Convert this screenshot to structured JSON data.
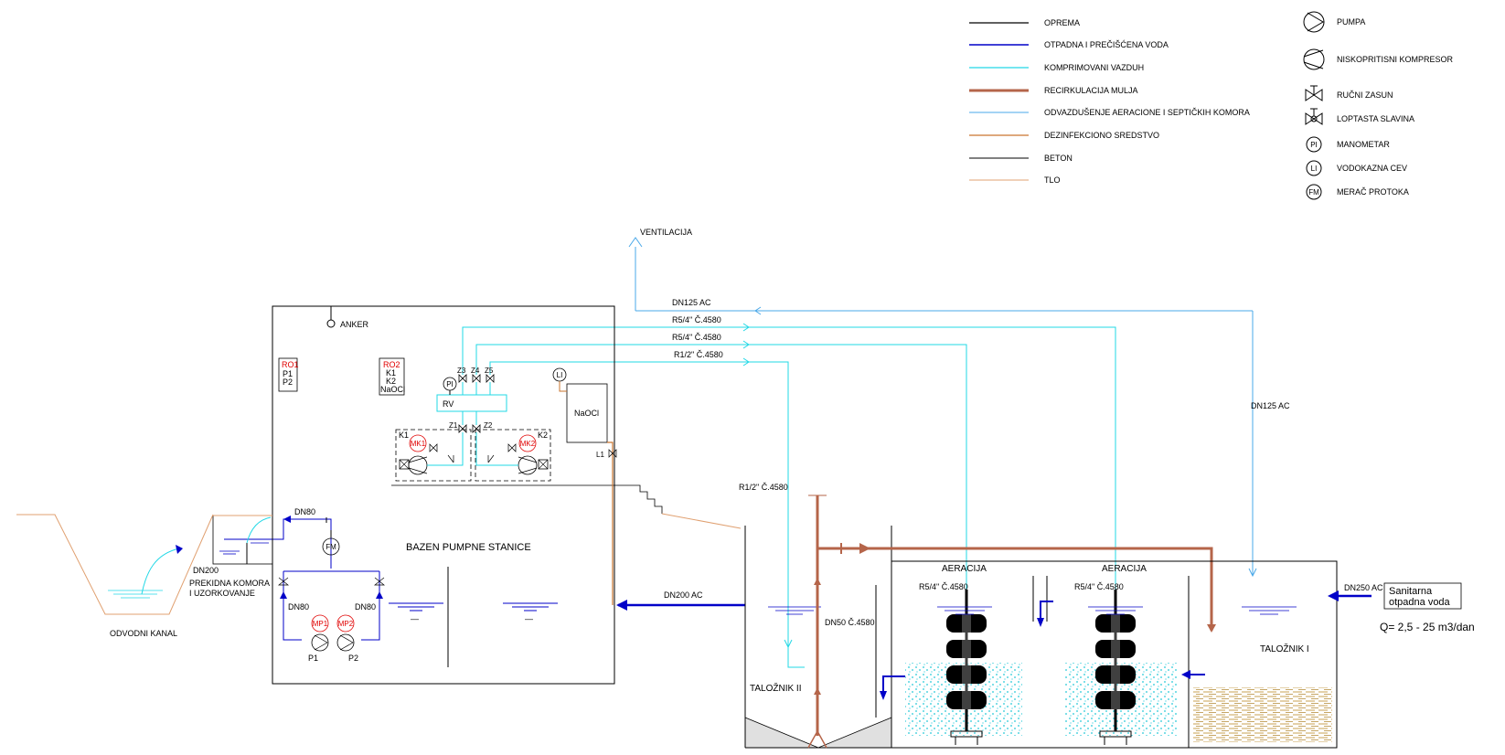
{
  "legend": {
    "lines": [
      {
        "label": "OPREMA",
        "color": "#000000"
      },
      {
        "label": "OTPADNA I PREČIŠĆENA VODA",
        "color": "#0000c8"
      },
      {
        "label": "KOMPRIMOVANI VAZDUH",
        "color": "#22d8e6"
      },
      {
        "label": "RECIRKULACIJA MULJA",
        "color": "#b5654a"
      },
      {
        "label": "ODVAZDUŠENJE AERACIONE I SEPTIČKIH KOMORA",
        "color": "#4aa8e8"
      },
      {
        "label": "DEZINFEKCIONO SREDSTVO",
        "color": "#c9742e"
      },
      {
        "label": "BETON",
        "color": "#000000"
      },
      {
        "label": "TLO",
        "color": "#e0a070"
      }
    ],
    "symbols": [
      {
        "label": "PUMPA",
        "icon": "pump-symbol"
      },
      {
        "label": "NISKOPRITISNI KOMPRESOR",
        "icon": "compressor-symbol"
      },
      {
        "label": "RUČNI ZASUN",
        "icon": "gate-valve-symbol"
      },
      {
        "label": "LOPTASTA SLAVINA",
        "icon": "ball-valve-symbol"
      },
      {
        "label": "MANOMETAR",
        "badge": "PI"
      },
      {
        "label": "VODOKAZNA CEV",
        "badge": "LI"
      },
      {
        "label": "MERAČ PROTOKA",
        "badge": "FM"
      }
    ]
  },
  "labels": {
    "ventilacija": "VENTILACIJA",
    "dn125_top": "DN125 AC",
    "dn125_side": "DN125 AC",
    "pipe1": "R5/4\" Č.4580",
    "pipe2": "R5/4\" Č.4580",
    "pipe3": "R1/2\" Č.4580",
    "pipe4": "R1/2\" Č.4580",
    "anker": "ANKER",
    "ro1": "RO1",
    "ro1_a": "P1",
    "ro1_b": "P2",
    "ro2": "RO2",
    "ro2_a": "K1",
    "ro2_b": "K2",
    "ro2_c": "NaOCl",
    "z1": "Z1",
    "z2": "Z2",
    "z3": "Z3",
    "z4": "Z4",
    "z5": "Z5",
    "pi": "PI",
    "li": "LI",
    "rv": "RV",
    "naocl": "NaOCl",
    "l1": "L1",
    "k1": "K1",
    "k2": "K2",
    "mk1": "MK1",
    "mk2": "MK2",
    "dn80_top": "DN80",
    "fm": "FM",
    "dn80_left": "DN80",
    "dn80_right": "DN80",
    "mp1": "MP1",
    "mp2": "MP2",
    "p1": "P1",
    "p2": "P2",
    "bazen": "BAZEN PUMPNE STANICE",
    "dn200": "DN200",
    "prekidna1": "PREKIDNA KOMORA",
    "prekidna2": "I UZORKOVANJE",
    "odvodni": "ODVODNI KANAL",
    "dn200ac": "DN200 AC",
    "taloznik2": "TALOŽNIK II",
    "dn50": "DN50 Č.4580",
    "aeracija1": "AERACIJA",
    "aeracija2": "AERACIJA",
    "pipe_aer1": "R5/4\" Č.4580",
    "pipe_aer2": "R5/4\" Č.4580",
    "dn250": "DN250 AC",
    "sanitarna1": "Sanitarna",
    "sanitarna2": "otpadna voda",
    "taloznik1": "TALOŽNIK I",
    "flow": "Q= 2,5 - 25 m3/dan"
  }
}
